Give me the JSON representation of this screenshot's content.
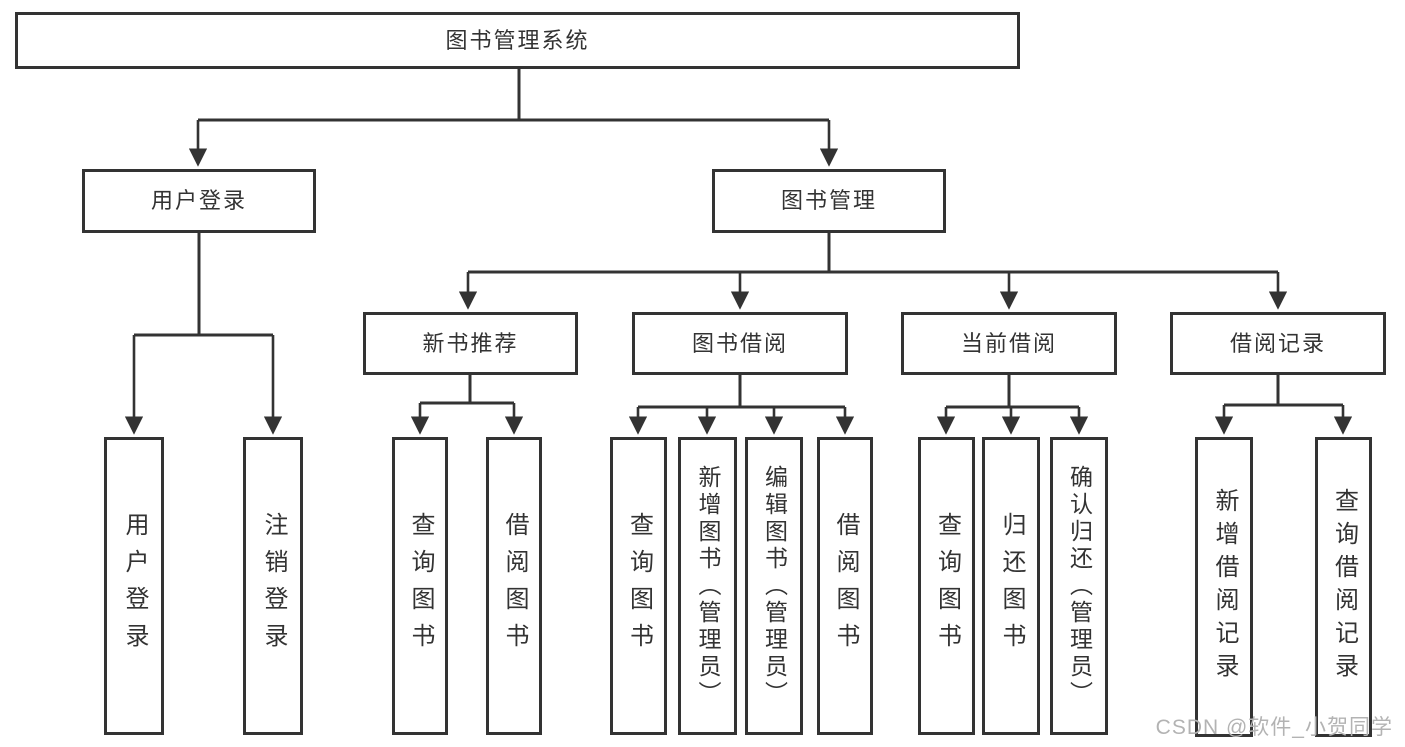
{
  "diagram": {
    "root": "图书管理系统",
    "branches": [
      {
        "label": "用户登录",
        "children": [
          "用户登录",
          "注销登录"
        ]
      },
      {
        "label": "图书管理",
        "children": [
          {
            "label": "新书推荐",
            "children": [
              "查询图书",
              "借阅图书"
            ]
          },
          {
            "label": "图书借阅",
            "children": [
              "查询图书",
              "新增图书（管理员）",
              "编辑图书（管理员）",
              "借阅图书"
            ]
          },
          {
            "label": "当前借阅",
            "children": [
              "查询图书",
              "归还图书",
              "确认归还（管理员）"
            ]
          },
          {
            "label": "借阅记录",
            "children": [
              "新增借阅记录",
              "查询借阅记录"
            ]
          }
        ]
      }
    ]
  },
  "colors": {
    "line": "#333333",
    "box_background": "#ffffff",
    "watermark": "#b3b3b3"
  },
  "watermark": "CSDN @软件_小贺同学"
}
